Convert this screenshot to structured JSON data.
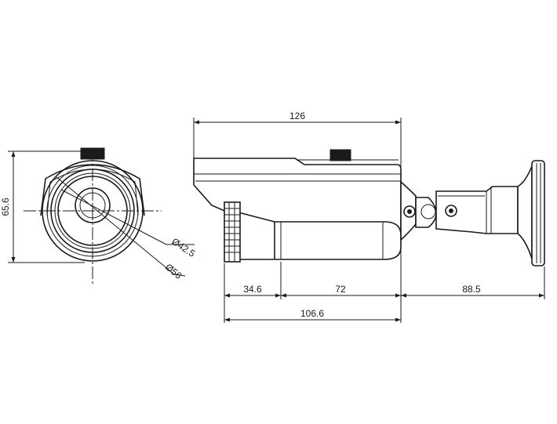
{
  "dimensions": {
    "overall_length": "126",
    "height": "65.6",
    "inner_diameter": "Ø42.5",
    "outer_diameter": "Ø56",
    "lens_length": "34.6",
    "body_length": "72",
    "bracket_length": "88.5",
    "housing_length": "106.6"
  },
  "colors": {
    "line": "#1a1a1a",
    "background": "#ffffff"
  }
}
